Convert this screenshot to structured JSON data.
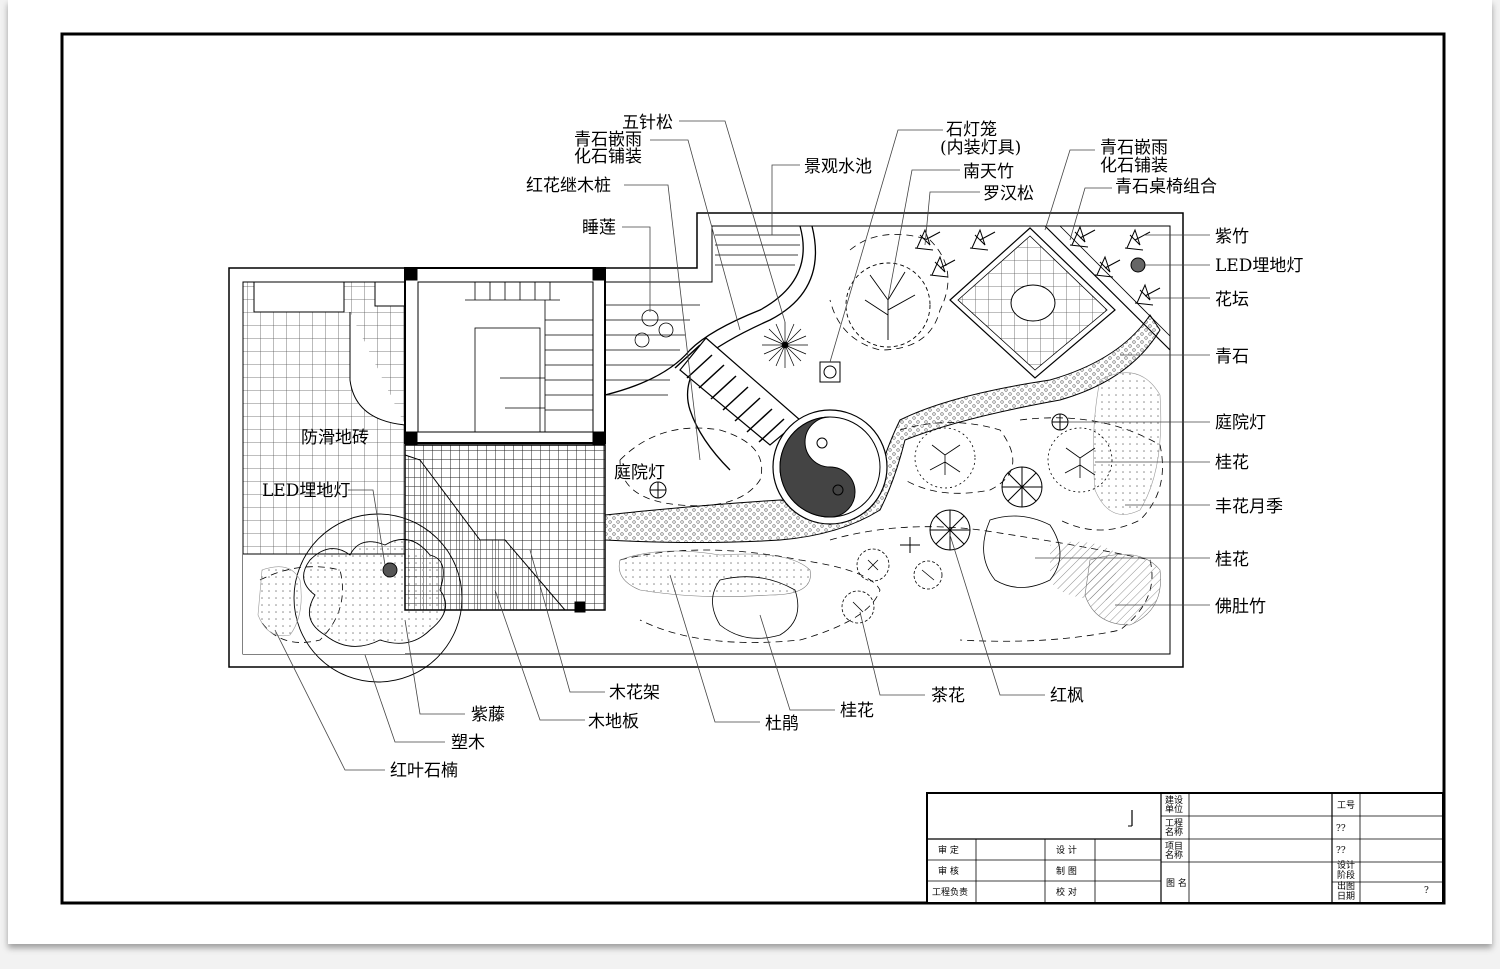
{
  "labels": {
    "wuzhensong": "五针松",
    "qingshi_pave_top_l1": "青石嵌雨",
    "qingshi_pave_top_l2": "化石铺装",
    "honghua_mu": "红花继木桩",
    "shuilian": "睡莲",
    "jingguan_pool": "景观水池",
    "stone_lantern_l1": "石灯笼",
    "stone_lantern_l2": "(内装灯具)",
    "nantianzhu": "南天竹",
    "luohansong": "罗汉松",
    "qingshi_pave_right_l1": "青石嵌雨",
    "qingshi_pave_right_l2": "化石铺装",
    "table_set": "青石桌椅组合",
    "zizhu": "紫竹",
    "led_right": "LED埋地灯",
    "huatan": "花坛",
    "qingshi": "青石",
    "yard_light_right": "庭院灯",
    "guihua_1": "桂花",
    "fenghua_yueji": "丰花月季",
    "guihua_2": "桂花",
    "foduzhu": "佛肚竹",
    "hongfeng": "红枫",
    "chahua": "茶花",
    "guihua_3": "桂花",
    "dujuan": "杜鹃",
    "mu_huajia": "木花架",
    "mu_diban": "木地板",
    "ziteng": "紫藤",
    "sumu": "塑木",
    "hongye_shinan": "红叶石楠",
    "fanghua_tile": "防滑地砖",
    "led_left": "LED埋地灯",
    "yard_light_center": "庭院灯"
  },
  "title_block": {
    "jianshe_danwei": "建设\n单位",
    "gongcheng_mingcheng": "工程\n名称",
    "xiangmu_mingcheng": "项目\n名称",
    "tuming": "图 名",
    "gonghao": "工号",
    "q1": "??",
    "q2": "??",
    "sheji_jieduan": "设计\n阶段",
    "chutu_riqi": "出图\n日期",
    "q3": "?",
    "shending": "审 定",
    "shenhe": "审 核",
    "gongcheng_fuze": "工程负责",
    "sheji": "设 计",
    "zhitu": "制 图",
    "jiaodui": "校 对"
  }
}
